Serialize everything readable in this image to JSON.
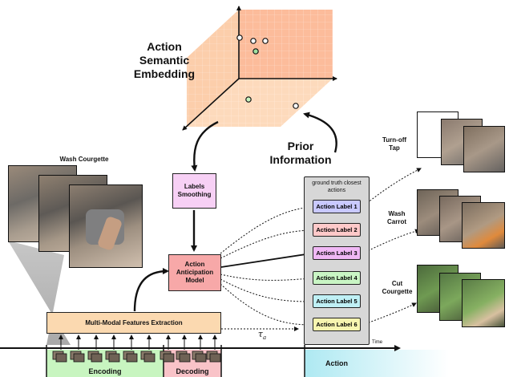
{
  "embedding_title": [
    "Action",
    "Semantic",
    "Embedding"
  ],
  "labels_smoothing": [
    "Labels",
    "Smoothing"
  ],
  "anticipation_model": [
    "Action",
    "Anticipation",
    "Model"
  ],
  "prior_information": [
    "Prior",
    "Information"
  ],
  "gt_panel_title": [
    "ground truth closest",
    "actions"
  ],
  "action_labels": [
    "Action Label 1",
    "Action Label 2",
    "Action Label 3",
    "Action Label 4",
    "Action Label 5",
    "Action Label 6"
  ],
  "action_label_colors": [
    "#c9c9ff",
    "#ffc9c9",
    "#f0b8f5",
    "#c9f5c4",
    "#bff0f5",
    "#f7f5b0"
  ],
  "input_clip_label": "Wash Courgette",
  "features_box": "Multi-Modal Features Extraction",
  "tau_label": "τ",
  "tau_subscript": "a",
  "time_label": "Time",
  "timeline": {
    "encoding": "Encoding",
    "decoding": "Decoding",
    "action": "Action"
  },
  "output_clips": [
    {
      "label": [
        "Turn-off",
        "Tap"
      ]
    },
    {
      "label": [
        "Wash",
        "Carrot"
      ]
    },
    {
      "label": [
        "Cut",
        "Courgette"
      ]
    }
  ],
  "colors": {
    "cube": "#fbc59b",
    "labels_smoothing": "#f7d0f5",
    "anticipation_model": "#f7a8a8",
    "features_box": "#fbd9b0",
    "gt_panel": "#d7d7d7",
    "encoding": "#c8f5c0",
    "decoding": "#f9c3c8",
    "action": "#b9eff5"
  }
}
